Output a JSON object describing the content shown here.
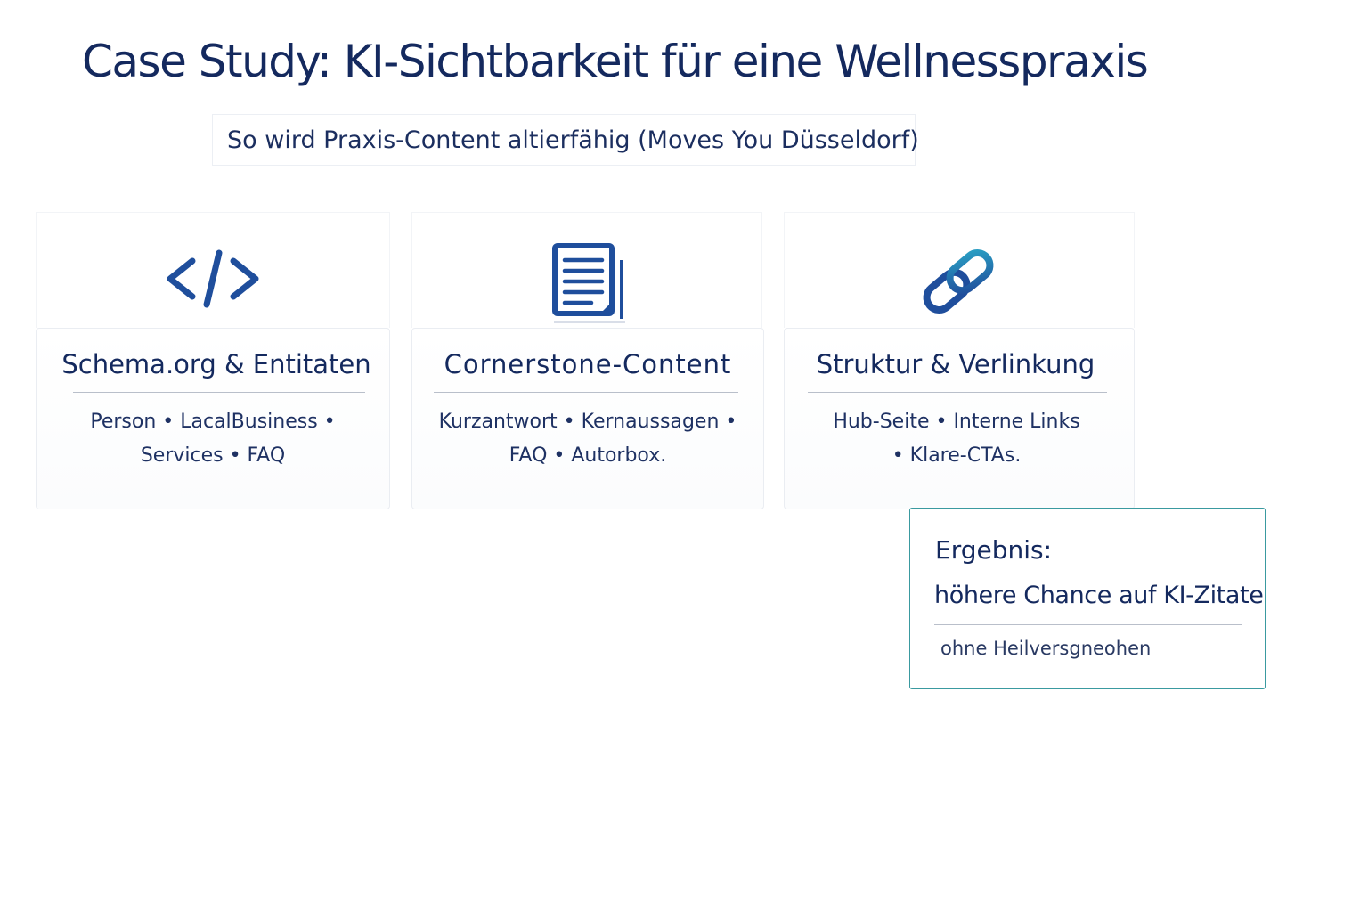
{
  "title": "Case Study: KI-Sichtbarkeit für eine Wellnesspraxis",
  "subtitle": "So wird Praxis-Content altierfähig (Moves You Düsseldorf)",
  "cards": [
    {
      "icon": "code-icon",
      "title": "Schema.org & Entitaten",
      "line1": "Person • LacalBusiness •",
      "line2": "Services • FAQ"
    },
    {
      "icon": "document-icon",
      "title": "Cornerstone-Content",
      "line1": "Kurzantwort • Kernaussagen •",
      "line2": "FAQ • Autorbox."
    },
    {
      "icon": "link-icon",
      "title": "Struktur & Verlinkung",
      "line1": "Hub-Seite • Interne Links",
      "line2": "• Klare-CTAs."
    }
  ],
  "result": {
    "label": "Ergebnis:",
    "main": "höhere Chance auf KI-Zitate",
    "note": "ohne Heilversgneohen"
  },
  "colors": {
    "navy": "#14295e",
    "icon_blue": "#1f4e9c",
    "teal": "#3a9aa0"
  }
}
